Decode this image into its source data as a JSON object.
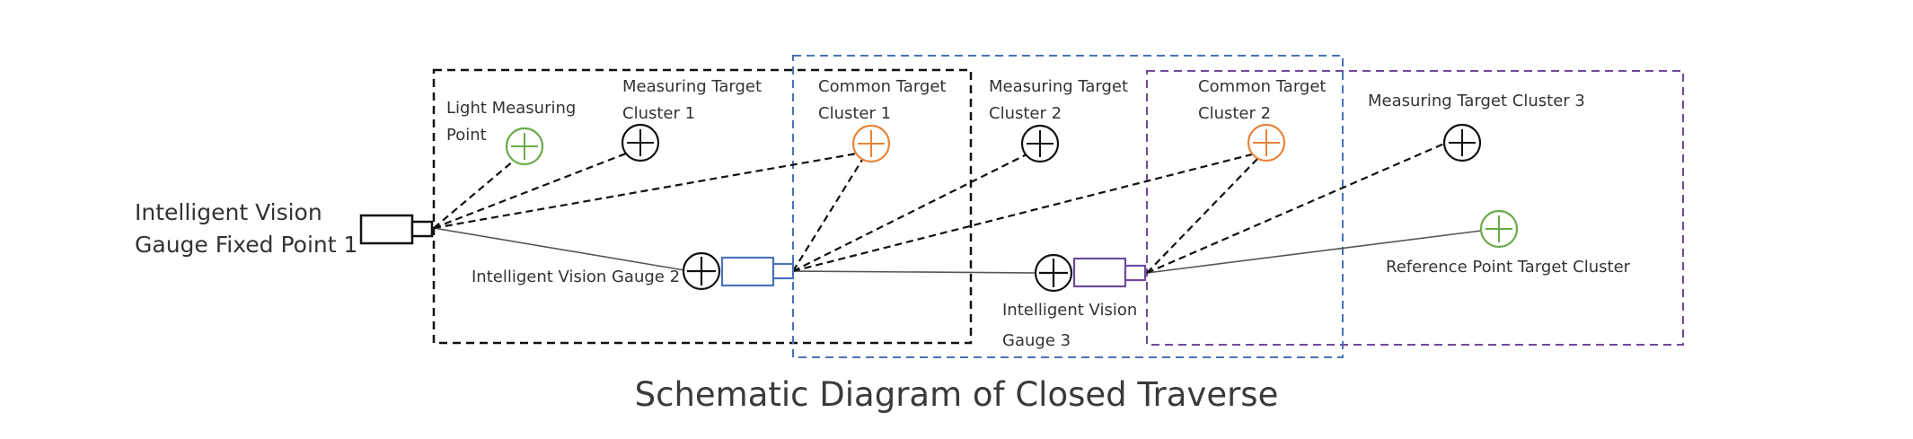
{
  "title": "Schematic Diagram of Closed Traverse",
  "colors": {
    "black": "#111111",
    "blue": "#4a72b8",
    "purple": "#6f4a9a",
    "orange": "#e8853a",
    "green": "#6aaa4a",
    "line": "#555555"
  },
  "nodes": {
    "fixed_point_1": {
      "label": "Intelligent Vision\nGauge Fixed Point 1",
      "type": "gauge",
      "color": "black"
    },
    "gauge_2": {
      "label": "Intelligent Vision Gauge 2",
      "type": "gauge",
      "color": "blue"
    },
    "gauge_3": {
      "label": "Intelligent Vision\nGauge 3",
      "type": "gauge",
      "color": "purple"
    },
    "light_measuring_point": {
      "label": "Light Measuring\nPoint",
      "type": "target",
      "color": "green"
    },
    "measuring_target_cluster_1": {
      "label": "Measuring Target\nCluster 1",
      "type": "target",
      "color": "black"
    },
    "common_target_cluster_1": {
      "label": "Common Target\nCluster 1",
      "type": "target",
      "color": "orange"
    },
    "measuring_target_cluster_2": {
      "label": "Measuring Target\nCluster 2",
      "type": "target",
      "color": "black"
    },
    "common_target_cluster_2": {
      "label": "Common Target\nCluster 2",
      "type": "target",
      "color": "orange"
    },
    "measuring_target_cluster_3": {
      "label": "Measuring Target Cluster 3",
      "type": "target",
      "color": "black"
    },
    "reference_point_target_cluster": {
      "label": "Reference Point Target Cluster",
      "type": "target",
      "color": "green"
    }
  },
  "groups": [
    {
      "name": "gauge-1-station",
      "color": "black"
    },
    {
      "name": "gauge-2-station",
      "color": "blue"
    },
    {
      "name": "gauge-3-station",
      "color": "purple"
    }
  ],
  "edges": {
    "sight_lines": [
      [
        "fixed_point_1",
        "light_measuring_point"
      ],
      [
        "fixed_point_1",
        "measuring_target_cluster_1"
      ],
      [
        "fixed_point_1",
        "common_target_cluster_1"
      ],
      [
        "gauge_2",
        "common_target_cluster_1"
      ],
      [
        "gauge_2",
        "measuring_target_cluster_2"
      ],
      [
        "gauge_2",
        "common_target_cluster_2"
      ],
      [
        "gauge_3",
        "common_target_cluster_2"
      ],
      [
        "gauge_3",
        "measuring_target_cluster_3"
      ]
    ],
    "traverse_lines": [
      [
        "fixed_point_1",
        "gauge_2"
      ],
      [
        "gauge_2",
        "gauge_3"
      ],
      [
        "gauge_3",
        "reference_point_target_cluster"
      ]
    ]
  }
}
